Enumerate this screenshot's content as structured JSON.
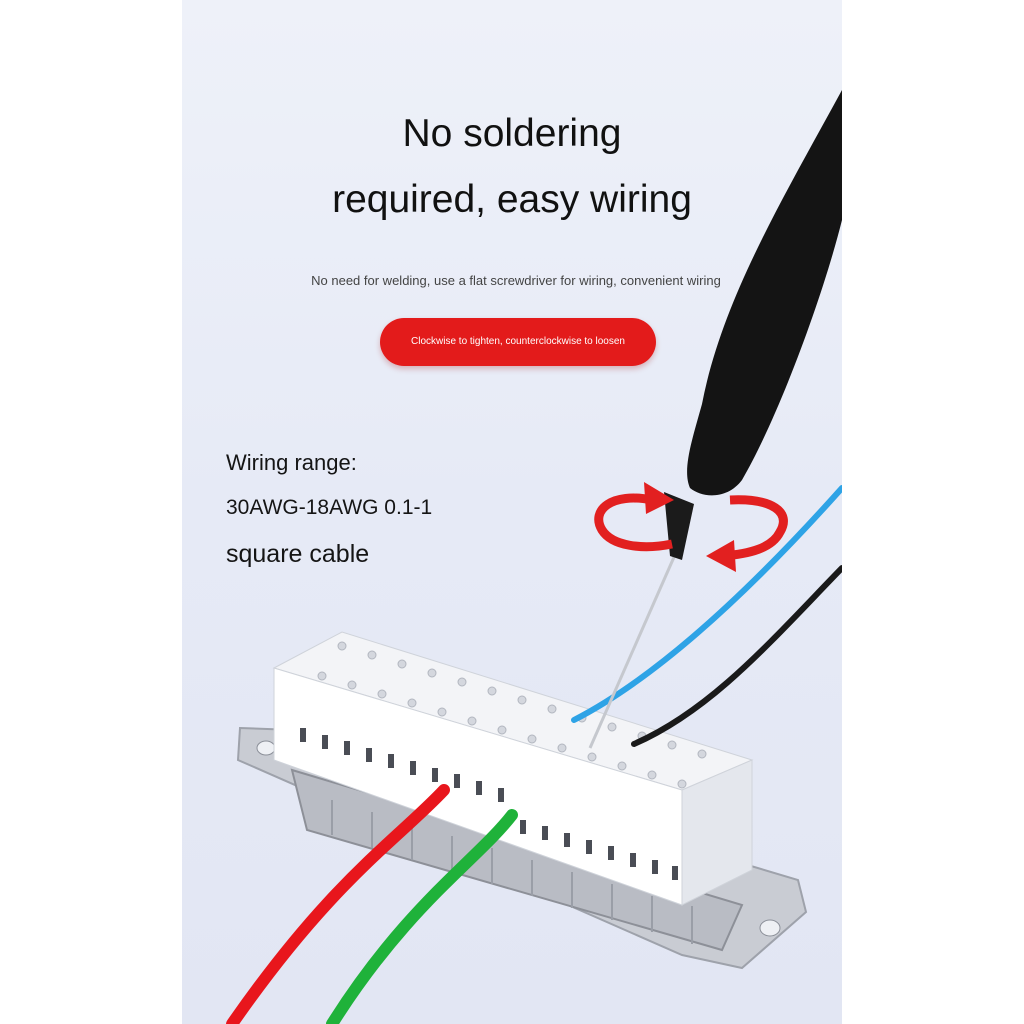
{
  "headline": {
    "line1": "No soldering",
    "line2": "required, easy wiring"
  },
  "subtitle": "No need for welding, use a flat screwdriver for wiring, convenient wiring",
  "badge": {
    "label": "Clockwise to tighten, counterclockwise to loosen",
    "color": "#e31b1b"
  },
  "spec": {
    "line1": "Wiring range:",
    "line2": "30AWG-18AWG 0.1-1",
    "line3": "square cable"
  },
  "colors": {
    "background": "#e8ecf7",
    "wire_red": "#e8161c",
    "wire_green": "#1fb23a",
    "wire_blue": "#2ea3e6",
    "wire_black": "#1a1a1a",
    "arrow_red": "#e22020"
  }
}
